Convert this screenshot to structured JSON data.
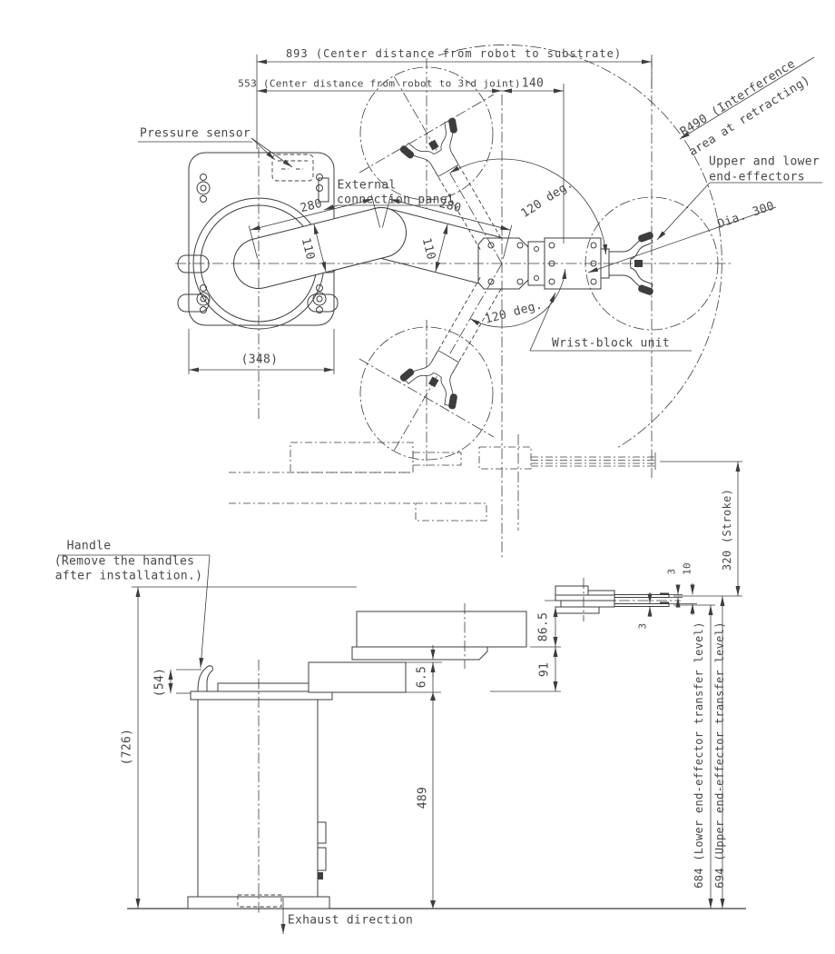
{
  "labels": {
    "pressure_sensor": "Pressure sensor",
    "external_connection_1": "External",
    "external_connection_2": "connection panel",
    "upper_lower_1": "Upper and lower",
    "upper_lower_2": "end-effectors",
    "wrist_block": "Wrist-block unit",
    "handle_1": "Handle",
    "handle_2": "(Remove the handles",
    "handle_3": "after installation.)",
    "exhaust": "Exhaust direction",
    "interference_1": "R490 (Interference",
    "interference_2": "area at retracting)",
    "substrate_dia": "Dia. 300",
    "angle_top": "120 deg.",
    "angle_bottom": "120 deg."
  },
  "dimensions": {
    "robot_to_substrate": "893 (Center distance from robot to substrate)",
    "robot_to_3rd_joint": "553 (Center distance from robot to 3rd joint)",
    "joint_offset": "140",
    "arm1_length": "280",
    "arm2_length": "280",
    "arm1_width": "110",
    "arm2_width": "110",
    "base_width": "(348)",
    "stroke": "320 (Stroke)",
    "blade_upper_thickness": "3",
    "blade_gap": "10",
    "blade_lower_thickness": "3",
    "arm_height": "86.5",
    "arm_clearance": "91",
    "table_gap": "6.5",
    "column_height": "489",
    "lower_transfer_level": "684 (Lower end-effector transfer level)",
    "upper_transfer_level": "694 (Upper end-effector transfer level)",
    "overall_height": "(726)",
    "handle_height": "(54)"
  },
  "colors": {
    "line": "#3d3d3d",
    "text": "#474747",
    "background": "#ffffff"
  }
}
